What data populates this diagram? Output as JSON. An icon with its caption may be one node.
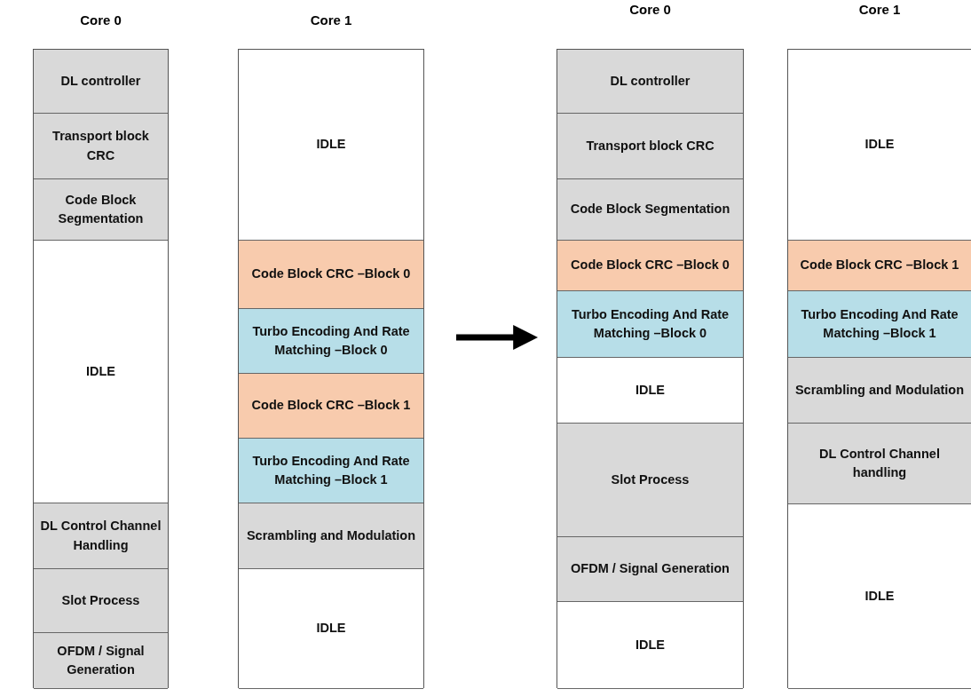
{
  "diagram": {
    "nodes": [
      {
        "text": [
          "Core 0"
        ]
      },
      {
        "text": [
          "DL controller"
        ],
        "in": 0
      },
      {
        "text": [
          "Transport block CRC"
        ],
        "in": 0
      },
      {
        "text": [
          "Code Block Segmentation"
        ],
        "in": 0
      },
      {
        "text": [
          "IDLE"
        ],
        "in": 0
      },
      {
        "text": [
          "DL Control Channel Handling"
        ],
        "in": 0
      },
      {
        "text": [
          "Slot Process"
        ],
        "in": 0
      },
      {
        "text": [
          "OFDM / Signal Generation"
        ],
        "in": 0
      },
      {
        "text": [
          "Core 1"
        ]
      },
      {
        "text": [
          "IDLE"
        ],
        "in": 8
      },
      {
        "text": [
          "Code Block CRC –Block 0"
        ],
        "in": 8
      },
      {
        "text": [
          "Turbo Encoding And Rate Matching –Block 0"
        ],
        "in": 8
      },
      {
        "text": [
          "Code Block CRC –Block 1"
        ],
        "in": 8
      },
      {
        "text": [
          "Turbo Encoding And Rate Matching –Block 1"
        ],
        "in": 8
      },
      {
        "text": [
          "Scrambling and Modulation"
        ],
        "in": 8
      },
      {
        "text": [
          "IDLE"
        ],
        "in": 8
      },
      {
        "text": [
          "Core 0"
        ]
      },
      {
        "text": [
          "DL controller"
        ],
        "in": 16
      },
      {
        "text": [
          "Transport block CRC"
        ],
        "in": 16
      },
      {
        "text": [
          "Code Block Segmentation"
        ],
        "in": 16
      },
      {
        "text": [
          "Code Block CRC –Block 0"
        ],
        "in": 16
      },
      {
        "text": [
          "Turbo Encoding And Rate Matching –Block 0"
        ],
        "in": 16
      },
      {
        "text": [
          "IDLE"
        ],
        "in": 16
      },
      {
        "text": [
          "Slot Process"
        ],
        "in": 16
      },
      {
        "text": [
          "OFDM / Signal Generation"
        ],
        "in": 16
      },
      {
        "text": [
          "IDLE"
        ],
        "in": 16
      },
      {
        "text": [
          "Core 1"
        ]
      },
      {
        "text": [
          "IDLE"
        ],
        "in": 26
      },
      {
        "text": [
          "Code Block CRC –Block 1"
        ],
        "in": 26
      },
      {
        "text": [
          "Turbo Encoding And Rate Matching –Block 1"
        ],
        "in": 26
      },
      {
        "text": [
          "Scrambling and Modulation"
        ],
        "in": 26
      },
      {
        "text": [
          "DL Control Channel handling"
        ],
        "in": 26
      },
      {
        "text": [
          "IDLE"
        ],
        "in": 26
      }
    ],
    "edges": [
      {
        "from": 8,
        "to": 16,
        "arrow": "to"
      }
    ]
  }
}
